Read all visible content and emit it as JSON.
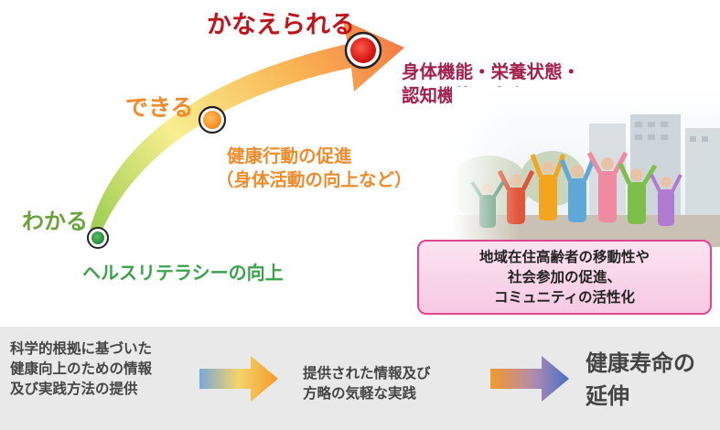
{
  "stages": {
    "understand": "わかる",
    "can_do": "できる",
    "achieve": "かなえられる"
  },
  "callouts": {
    "literacy": "ヘルスリテラシーの向上",
    "behavior": [
      "健康行動の促進",
      "（身体活動の向上など）"
    ],
    "function": [
      "身体機能・栄養状態・",
      "認知機能の向上"
    ]
  },
  "community_box": [
    "地域在住高齢者の移動性や",
    "社会参加の促進、",
    "コミュニティの活性化"
  ],
  "flow": {
    "step1": [
      "科学的根拠に基づいた",
      "健康向上のための情報",
      "及び実践方法の提供"
    ],
    "step2": [
      "提供された情報及び",
      "方略の気軽な実践"
    ],
    "goal": [
      "健康寿命の",
      "延伸"
    ]
  },
  "colors": {
    "understand": "#6aa23a",
    "can_do": "#f08a2a",
    "achieve": "#c0141c",
    "function_text": "#a3204c",
    "box_border": "#e2458f"
  }
}
